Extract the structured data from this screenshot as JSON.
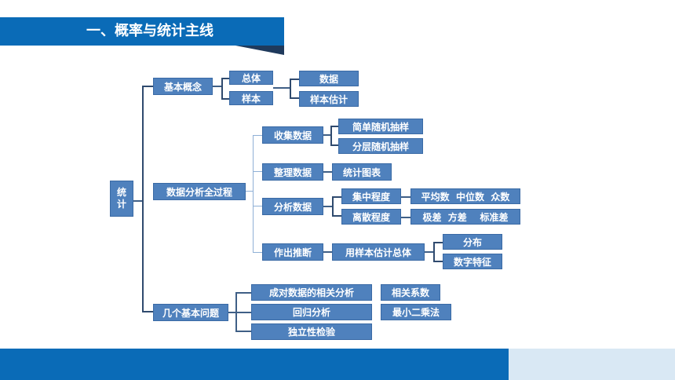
{
  "title": "一、概率与统计主线",
  "nodes": {
    "root": "统\n计",
    "basic": "基本概念",
    "population": "总体",
    "sample": "样本",
    "data": "数据",
    "sample_est": "样本估计",
    "analysis": "数据分析全过程",
    "collect": "收集数据",
    "srs": "简单随机抽样",
    "strat": "分层随机抽样",
    "organize": "整理数据",
    "charts": "统计图表",
    "analyze": "分析数据",
    "central": "集中程度",
    "central_items": "平均数  中位数  众数",
    "spread": "离散程度",
    "spread_items": "极差  方差    标准差",
    "infer": "作出推断",
    "est_pop": "用样本估计总体",
    "distribution": "分布",
    "numeric": "数字特征",
    "problems": "几个基本问题",
    "paired": "成对数据的相关分析",
    "regression": "回归分析",
    "independence": "独立性检验",
    "corr": "相关系数",
    "lsq": "最小二乘法"
  }
}
